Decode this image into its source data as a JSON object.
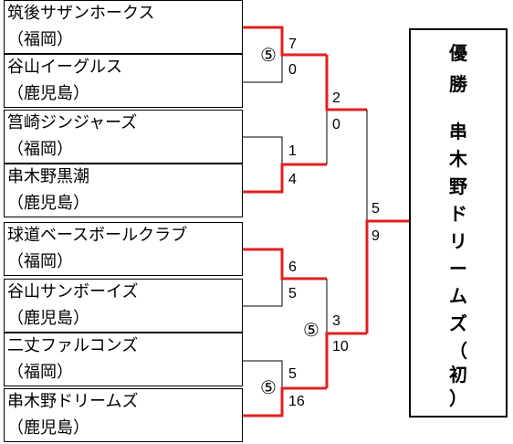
{
  "teams": [
    {
      "name": "筑後サザンホークス",
      "pref": "（福岡）"
    },
    {
      "name": "谷山イーグルス",
      "pref": "（鹿児島）"
    },
    {
      "name": "筥崎ジンジャーズ",
      "pref": "（福岡）"
    },
    {
      "name": "串木野黒潮",
      "pref": "（鹿児島）"
    },
    {
      "name": "球道ベースボールクラブ",
      "pref": "（福岡）"
    },
    {
      "name": "谷山サンボーイズ",
      "pref": "（鹿児島）"
    },
    {
      "name": "二丈ファルコンズ",
      "pref": "（福岡）"
    },
    {
      "name": "串木野ドリームズ",
      "pref": "（鹿児島）"
    }
  ],
  "round1": [
    {
      "top": "7",
      "bottom": "0",
      "mark": "⑤"
    },
    {
      "top": "1",
      "bottom": "4",
      "mark": ""
    },
    {
      "top": "6",
      "bottom": "5",
      "mark": ""
    },
    {
      "top": "5",
      "bottom": "16",
      "mark": "⑤"
    }
  ],
  "semis": [
    {
      "top": "2",
      "bottom": "0",
      "mark": ""
    },
    {
      "top": "3",
      "bottom": "10",
      "mark": "⑤"
    }
  ],
  "final": {
    "top": "5",
    "bottom": "9"
  },
  "champion": {
    "line1": "優",
    "line2": "勝",
    "chars": [
      "串",
      "木",
      "野",
      "ド",
      "リ",
      "ー",
      "ム",
      "ズ",
      "（",
      "初",
      "）"
    ]
  },
  "colors": {
    "winner_line": "#e02020",
    "line": "#000000"
  }
}
